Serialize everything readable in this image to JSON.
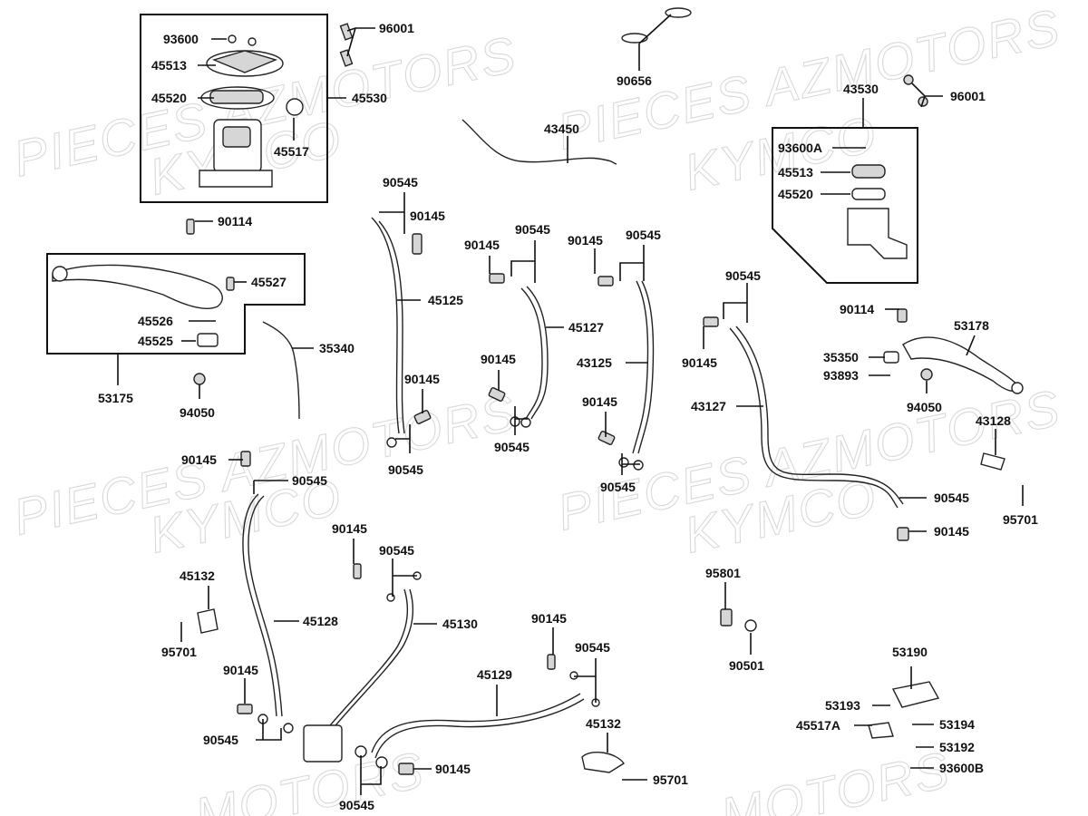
{
  "watermark": {
    "line1": "PIECES AZMOTORS",
    "line2": "KYMCO",
    "fragment": "MOTORS"
  },
  "labels": {
    "p93600": "93600",
    "p45513_a": "45513",
    "p45520_a": "45520",
    "p45530": "45530",
    "p45517": "45517",
    "p96001_a": "96001",
    "p90656": "90656",
    "p43450": "43450",
    "p43530": "43530",
    "p96001_b": "96001",
    "p93600A": "93600A",
    "p45513_b": "45513",
    "p45520_b": "45520",
    "p90114_a": "90114",
    "p45527": "45527",
    "p45526": "45526",
    "p45525": "45525",
    "p53175": "53175",
    "p94050_a": "94050",
    "p35340": "35340",
    "p90545_a": "90545",
    "p90145_a": "90145",
    "p45125": "45125",
    "p90145_b": "90145",
    "p90545_b": "90545",
    "p90145_c": "90145",
    "p90545_c": "90545",
    "p45127": "45127",
    "p90145_d": "90145",
    "p90545_d": "90545",
    "p90145_e": "90145",
    "p90545_e": "90545",
    "p43125": "43125",
    "p90145_f": "90145",
    "p90545_f": "90545",
    "p90545_g": "90545",
    "p90145_g": "90145",
    "p43127": "43127",
    "p90114_b": "90114",
    "p53178": "53178",
    "p35350": "35350",
    "p93893": "93893",
    "p94050_b": "94050",
    "p43128": "43128",
    "p95701_a": "95701",
    "p90545_h": "90545",
    "p90145_h": "90145",
    "p90145_i": "90145",
    "p90545_i": "90545",
    "p45132_a": "45132",
    "p95701_b": "95701",
    "p45128": "45128",
    "p90145_j": "90145",
    "p90545_j": "90545",
    "p90145_k": "90145",
    "p90545_k": "90545",
    "p45130": "45130",
    "p90145_l": "90145",
    "p90545_l": "90545",
    "p45129": "45129",
    "p45132_b": "45132",
    "p95701_c": "95701",
    "p90145_m": "90145",
    "p90545_m": "90545",
    "p95801": "95801",
    "p90501": "90501",
    "p53190": "53190",
    "p53193": "53193",
    "p45517A": "45517A",
    "p53194": "53194",
    "p53192": "53192",
    "p93600B": "93600B"
  }
}
